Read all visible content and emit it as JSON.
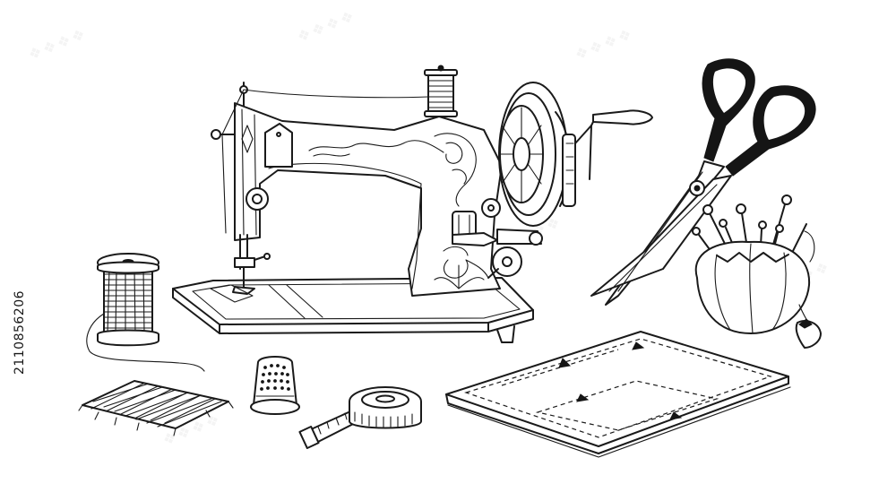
{
  "stock_id": "2110856206",
  "watermark": "Adobe Stock",
  "colors": {
    "ink": "#1a1a1a",
    "background": "#ffffff"
  },
  "objects": [
    "sewing-machine",
    "thread-spool",
    "fabric-swatch",
    "thimble",
    "tape-measure",
    "fabric-pattern",
    "scissors",
    "pincushion"
  ]
}
